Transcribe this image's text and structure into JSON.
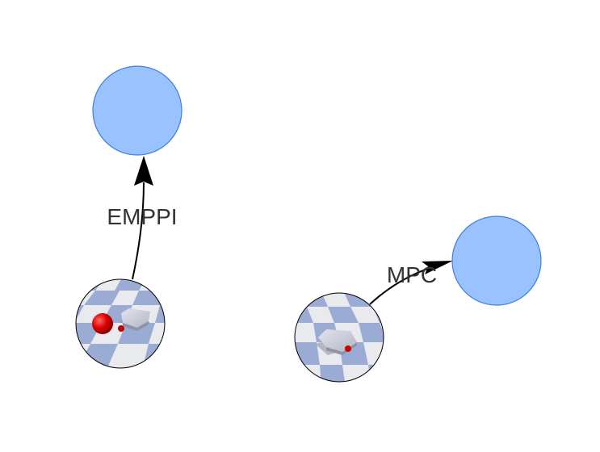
{
  "diagram": {
    "colors": {
      "goal_fill": "#99c2ff",
      "goal_stroke": "#3d7fe0",
      "edge": "#000000",
      "label": "#333333",
      "checker_light": "#e9eaee",
      "checker_dark": "#9bacd4",
      "robot": "#c9c9d6",
      "robot_shadow": "#8f93a8",
      "ball": "#e00000"
    },
    "nodes": [
      {
        "id": "start-emppi",
        "kind": "simulation-snapshot",
        "ball": "large"
      },
      {
        "id": "goal-emppi",
        "kind": "goal"
      },
      {
        "id": "start-mpc",
        "kind": "simulation-snapshot",
        "ball": "small"
      },
      {
        "id": "goal-mpc",
        "kind": "goal"
      }
    ],
    "edges": [
      {
        "from": "start-emppi",
        "to": "goal-emppi",
        "label": "EMPPI"
      },
      {
        "from": "start-mpc",
        "to": "goal-mpc",
        "label": "MPC"
      }
    ]
  }
}
